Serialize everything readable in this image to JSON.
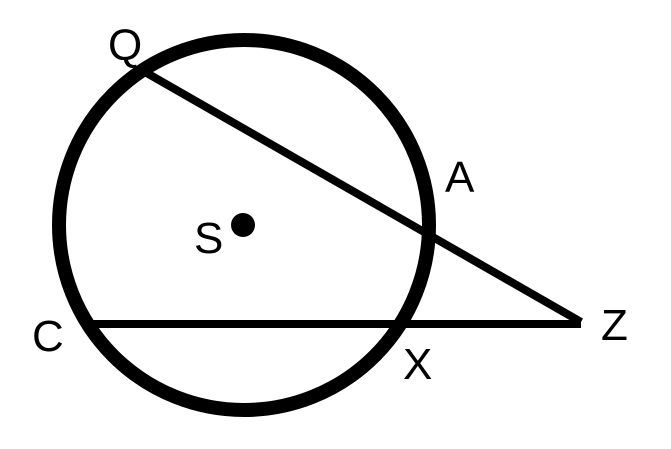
{
  "diagram": {
    "stroke_color": "#000000",
    "background_color": "#ffffff",
    "center_label": "S",
    "points": {
      "Q": "Q",
      "A": "A",
      "C": "C",
      "X": "X",
      "Z": "Z"
    }
  }
}
